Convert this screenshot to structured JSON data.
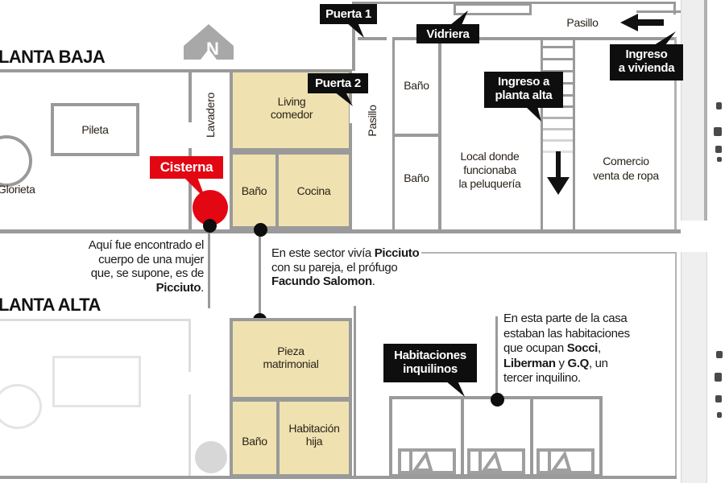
{
  "compass": {
    "letter": "N"
  },
  "ground": {
    "title": "LANTA BAJA",
    "pileta": "Pileta",
    "glorieta": "Glorieta",
    "lavadero": "Lavadero",
    "living": [
      "Living",
      "comedor"
    ],
    "bano_living": "Baño",
    "cocina": "Cocina",
    "pasillo_vertical": "Pasillo",
    "pasillo_superior": "Pasillo",
    "bano_superior": "Baño",
    "bano_inferior": "Baño",
    "local_peluqueria": [
      "Local donde",
      "funcionaba",
      "la peluquería"
    ],
    "comercio": [
      "Comercio",
      "venta de ropa"
    ]
  },
  "upper": {
    "title": "LANTA ALTA",
    "pieza_matrimonial": [
      "Pieza",
      "matrimonial"
    ],
    "bano": "Baño",
    "habitacion_hija": [
      "Habitación",
      "hija"
    ]
  },
  "callouts": {
    "puerta_1": "Puerta 1",
    "puerta_2": "Puerta 2",
    "vidriera": "Vidriera",
    "ingreso_vivienda": [
      "Ingreso",
      "a vivienda"
    ],
    "ingreso_planta_alta": [
      "Ingreso a",
      "planta alta"
    ],
    "cisterna": "Cisterna",
    "habitaciones_inquilinos": [
      "Habitaciones",
      "inquilinos"
    ]
  },
  "notes": {
    "cuerpo": [
      [
        {
          "t": "Aquí fue encontrado el"
        }
      ],
      [
        {
          "t": "cuerpo de una mujer"
        }
      ],
      [
        {
          "t": "que, se supone, es de"
        }
      ],
      [
        {
          "t": "Picciuto",
          "b": true
        },
        {
          "t": "."
        }
      ]
    ],
    "sector": [
      [
        {
          "t": "En este sector vivía "
        },
        {
          "t": "Picciuto",
          "b": true
        }
      ],
      [
        {
          "t": "con su pareja, el prófugo"
        }
      ],
      [
        {
          "t": "Facundo Salomon",
          "b": true
        },
        {
          "t": "."
        }
      ]
    ],
    "inquilinos": [
      [
        {
          "t": "En esta parte de la casa"
        }
      ],
      [
        {
          "t": "estaban las habitaciones"
        }
      ],
      [
        {
          "t": "que ocupan "
        },
        {
          "t": "Socci",
          "b": true
        },
        {
          "t": ","
        }
      ],
      [
        {
          "t": "Liberman",
          "b": true
        },
        {
          "t": " y "
        },
        {
          "t": "G.Q",
          "b": true
        },
        {
          "t": ", un"
        }
      ],
      [
        {
          "t": "tercer inquilino."
        }
      ]
    ]
  },
  "colors": {
    "accent_red": "#e30613",
    "room_fill": "#f0e2b0",
    "wall_gray": "#9a9a9a",
    "callout_bg": "#0e0e0e",
    "callout_text": "#ffffff"
  }
}
